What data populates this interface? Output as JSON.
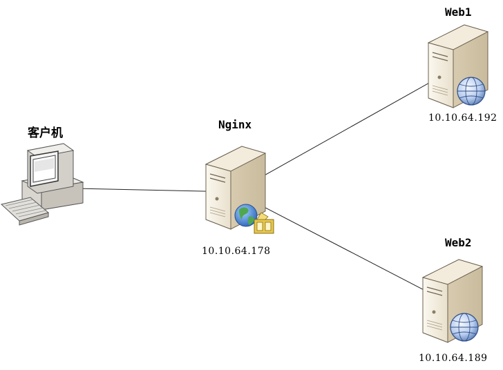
{
  "nodes": {
    "client": {
      "label": "客户机"
    },
    "nginx": {
      "label": "Nginx",
      "ip": "10.10.64.178"
    },
    "web1": {
      "label": "Web1",
      "ip": "10.10.64.192"
    },
    "web2": {
      "label": "Web2",
      "ip": "10.10.64.189"
    }
  },
  "colors": {
    "server_body": "#e7dcc6",
    "server_front": "#f4efe2",
    "server_top": "#d8ccb2",
    "server_shadow": "#b5a98f",
    "outline": "#6b6150",
    "line": "#222222",
    "globe": "#5b7fb8",
    "globe_green": "#4fa84f",
    "folder": "#e8c84a"
  }
}
